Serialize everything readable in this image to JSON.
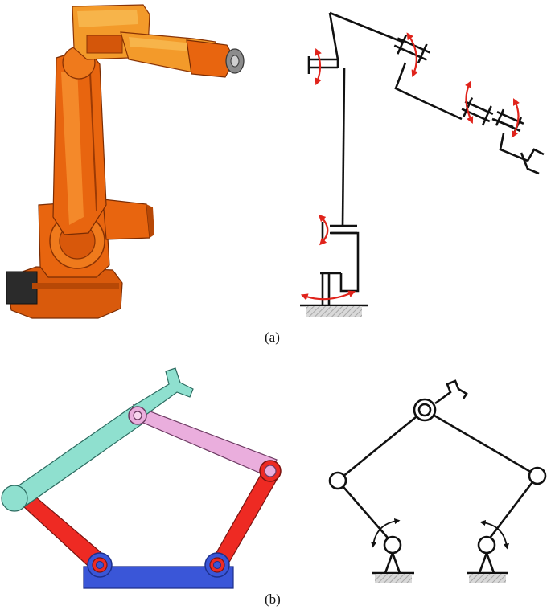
{
  "figure": {
    "panels": [
      {
        "id": "a",
        "caption": "(a)"
      },
      {
        "id": "b",
        "caption": "(b)"
      }
    ]
  },
  "colors": {
    "robot_orange": "#e8650f",
    "robot_dark": "#a83d05",
    "robot_highlight": "#f7a431",
    "rotation_arrow": "#e0231b",
    "link_cyan": "#8fe0cf",
    "link_pink": "#eaaedd",
    "link_red": "#ee2a23",
    "base_blue": "#3a56d8",
    "line": "#111111",
    "ground_hatch": "#bdbdbd"
  },
  "icons": {
    "rotation": "curved-double-arrow-icon",
    "gripper": "gripper-icon",
    "ground": "hatched-ground-icon",
    "joint": "revolute-joint-icon"
  }
}
